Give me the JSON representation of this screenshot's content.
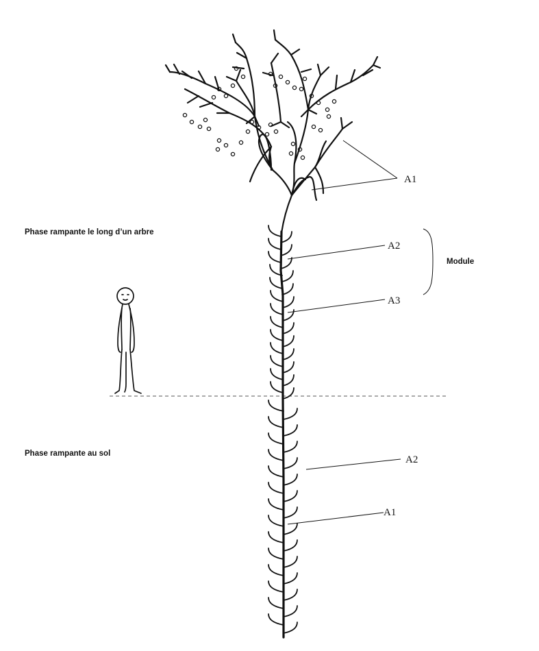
{
  "phases": {
    "tree_phase": "Phase rampante le long d’un arbre",
    "ground_phase": "Phase rampante au sol"
  },
  "labels": {
    "crown_a1": "A1",
    "module_a2": "A2",
    "module_a3": "A3",
    "module": "Module",
    "ground_a2": "A2",
    "ground_a1": "A1"
  },
  "colors": {
    "ink": "#111111",
    "ground_line": "#777777"
  }
}
